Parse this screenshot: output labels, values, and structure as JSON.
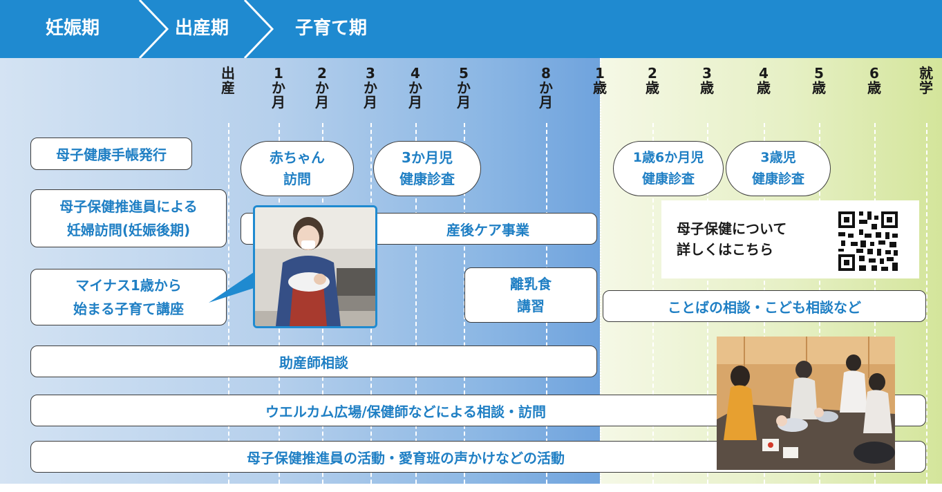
{
  "header": {
    "stage_pregnancy": "妊娠期",
    "stage_birth": "出産期",
    "stage_childcare": "子育て期",
    "colors": {
      "band": "#1f8ad0",
      "text_accent": "#1f7fc4"
    }
  },
  "timeline": [
    {
      "id": "birth",
      "label": [
        "出",
        "産"
      ]
    },
    {
      "id": "m1",
      "label": [
        "1",
        "か",
        "月"
      ]
    },
    {
      "id": "m2",
      "label": [
        "2",
        "か",
        "月"
      ]
    },
    {
      "id": "m3",
      "label": [
        "3",
        "か",
        "月"
      ]
    },
    {
      "id": "m4",
      "label": [
        "4",
        "か",
        "月"
      ]
    },
    {
      "id": "m5",
      "label": [
        "5",
        "か",
        "月"
      ]
    },
    {
      "id": "m8",
      "label": [
        "8",
        "か",
        "月"
      ]
    },
    {
      "id": "y1",
      "label": [
        "1",
        "歳"
      ]
    },
    {
      "id": "y2",
      "label": [
        "2",
        "歳"
      ]
    },
    {
      "id": "y3",
      "label": [
        "3",
        "歳"
      ]
    },
    {
      "id": "y4",
      "label": [
        "4",
        "歳"
      ]
    },
    {
      "id": "y5",
      "label": [
        "5",
        "歳"
      ]
    },
    {
      "id": "y6",
      "label": [
        "6",
        "歳"
      ]
    },
    {
      "id": "school",
      "label": [
        "就",
        "学"
      ]
    }
  ],
  "programs": {
    "handbook": "母子健康手帳発行",
    "prenatal_visit_1": "母子保健推進員による",
    "prenatal_visit_2": "妊婦訪問(妊娠後期)",
    "baby_visit_1": "赤ちゃん",
    "baby_visit_2": "訪問",
    "checkup3m_1": "3か月児",
    "checkup3m_2": "健康診査",
    "postpartum": "産後ケア事業",
    "class_1": "マイナス1歳から",
    "class_2": "始まる子育て講座",
    "weaning_1": "離乳食",
    "weaning_2": "講習",
    "checkup18m_1": "1歳6か月児",
    "checkup18m_2": "健康診査",
    "checkup3y_1": "3歳児",
    "checkup3y_2": "健康診査",
    "speech": "ことばの相談・こども相談など",
    "midwife": "助産師相談",
    "welcome": "ウエルカム広場/保健師などによる相談・訪問",
    "volunteer": "母子保健推進員の活動・愛育班の声かけなどの活動"
  },
  "qr_card": {
    "line1": "母子保健について",
    "line2": "詳しくはこちら",
    "icon": "qr-code-icon"
  },
  "photos": {
    "class_photo": "woman-holding-baby-photo",
    "playroom_photo": "parents-and-babies-playroom-photo"
  }
}
